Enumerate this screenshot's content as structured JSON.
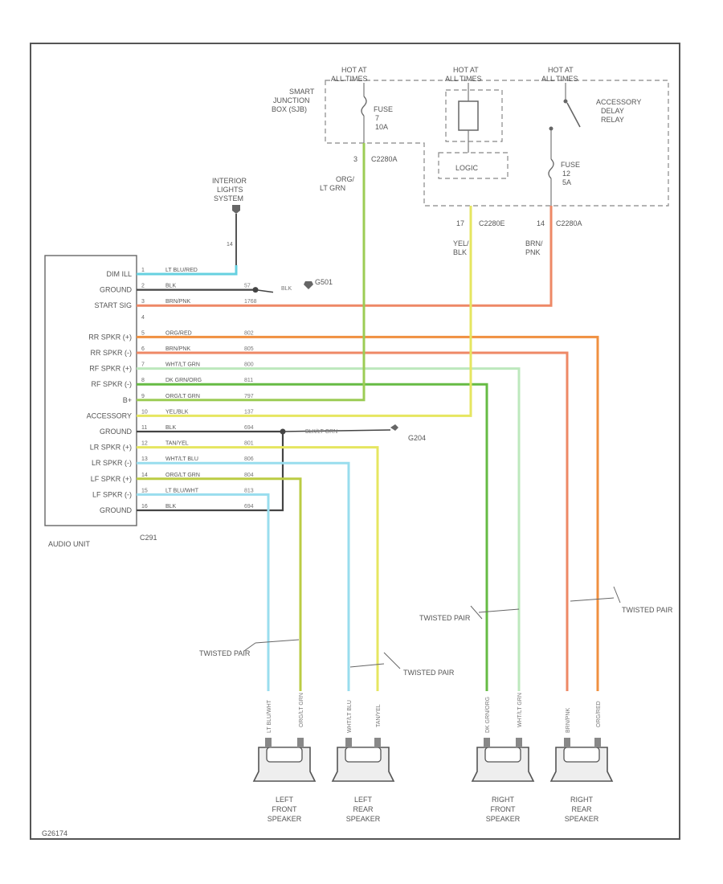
{
  "power": {
    "hot1": [
      "HOT AT",
      "ALL TIMES"
    ],
    "hot2": [
      "HOT AT",
      "ALL TIMES"
    ],
    "hot3": [
      "HOT AT",
      "ALL TIMES"
    ],
    "smart_jb": [
      "SMART",
      "JUNCTION",
      "BOX (SJB)"
    ],
    "fuse1": [
      "FUSE",
      "7",
      "10A"
    ],
    "fuse2": [
      "FUSE",
      "12",
      "5A"
    ],
    "relay": [
      "ACCESSORY",
      "DELAY",
      "RELAY"
    ],
    "logic": "LOGIC",
    "conn1": "C2280A",
    "pin1": "3",
    "conn2": "C2280E",
    "pin2": "17",
    "conn3": "C2280A",
    "pin3": "14",
    "w1": [
      "ORG/",
      "LT GRN"
    ],
    "w2": [
      "YEL/",
      "BLK"
    ],
    "w3": [
      "BRN/",
      "PNK"
    ]
  },
  "interior": {
    "label": [
      "INTERIOR",
      "LIGHTS",
      "SYSTEM"
    ],
    "pin": "14"
  },
  "audio_unit": {
    "name": "AUDIO UNIT",
    "connector": "C291",
    "pins": [
      "DIM ILL",
      "GROUND",
      "START SIG",
      "",
      "RR SPKR (+)",
      "RR SPKR (-)",
      "RF SPKR (+)",
      "RF SPKR (-)",
      "B+",
      "ACCESSORY",
      "GROUND",
      "LR SPKR (+)",
      "LR SPKR (-)",
      "LF SPKR (+)",
      "LF SPKR (-)",
      "GROUND"
    ]
  },
  "wires": [
    {
      "pin": "1",
      "color": "LT BLU/RED",
      "circuit": "",
      "hex": "#66d0e0"
    },
    {
      "pin": "2",
      "color": "BLK",
      "circuit": "57",
      "hex": "#444444"
    },
    {
      "pin": "3",
      "color": "BRN/PNK",
      "circuit": "1768",
      "hex": "#ee8866"
    },
    {
      "pin": "4",
      "color": "",
      "circuit": "",
      "hex": "#ffffff"
    },
    {
      "pin": "5",
      "color": "ORG/RED",
      "circuit": "802",
      "hex": "#f09040"
    },
    {
      "pin": "6",
      "color": "BRN/PNK",
      "circuit": "805",
      "hex": "#ee8866"
    },
    {
      "pin": "7",
      "color": "WHT/LT GRN",
      "circuit": "800",
      "hex": "#bde8bd"
    },
    {
      "pin": "8",
      "color": "DK GRN/ORG",
      "circuit": "811",
      "hex": "#66bb44"
    },
    {
      "pin": "9",
      "color": "ORG/LT GRN",
      "circuit": "797",
      "hex": "#9ccc55"
    },
    {
      "pin": "10",
      "color": "YEL/BLK",
      "circuit": "137",
      "hex": "#e6e660"
    },
    {
      "pin": "11",
      "color": "BLK",
      "circuit": "694",
      "hex": "#444444"
    },
    {
      "pin": "12",
      "color": "TAN/YEL",
      "circuit": "801",
      "hex": "#e6e660"
    },
    {
      "pin": "13",
      "color": "WHT/LT BLU",
      "circuit": "806",
      "hex": "#99ddee"
    },
    {
      "pin": "14",
      "color": "ORG/LT GRN",
      "circuit": "804",
      "hex": "#bbcc44"
    },
    {
      "pin": "15",
      "color": "LT BLU/WHT",
      "circuit": "813",
      "hex": "#99ddee"
    },
    {
      "pin": "16",
      "color": "BLK",
      "circuit": "694",
      "hex": "#444444"
    }
  ],
  "grounds": {
    "g1": "G501",
    "g1_wire": "BLK",
    "g2": "G204",
    "g2_wire": "BLK/LT GRN"
  },
  "twisted_pair": "TWISTED PAIR",
  "speakers": [
    {
      "name": [
        "LEFT",
        "FRONT",
        "SPEAKER"
      ],
      "w1": "LT BLU/WHT",
      "w2": "ORG/LT GRN"
    },
    {
      "name": [
        "LEFT",
        "REAR",
        "SPEAKER"
      ],
      "w1": "WHT/LT BLU",
      "w2": "TAN/YEL"
    },
    {
      "name": [
        "RIGHT",
        "FRONT",
        "SPEAKER"
      ],
      "w1": "DK GRN/ORG",
      "w2": "WHT/LT GRN"
    },
    {
      "name": [
        "RIGHT",
        "REAR",
        "SPEAKER"
      ],
      "w1": "BRN/PNK",
      "w2": "ORG/RED"
    }
  ],
  "figure_id": "G26174"
}
